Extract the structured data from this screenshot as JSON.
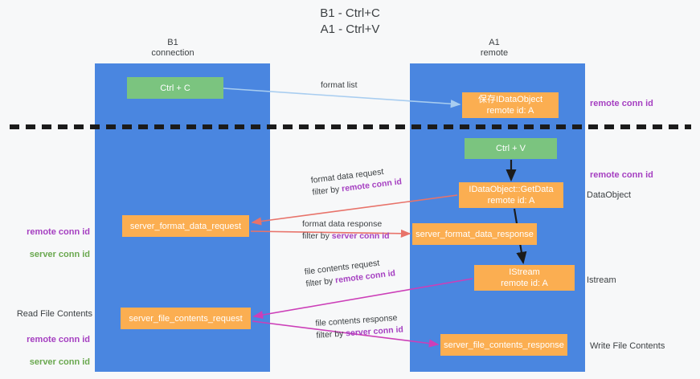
{
  "title": "B1 - Ctrl+C\nA1 - Ctrl+V",
  "columns": {
    "left": "B1\nconnection",
    "right": "A1\nremote"
  },
  "nodes": {
    "ctrl_c": "Ctrl + C",
    "idataobject": "保存IDataObject\nremote id: A",
    "ctrl_v": "Ctrl + V",
    "getdata": "IDataObject::GetData\nremote id: A",
    "server_format_data_request": "server_format_data_request",
    "server_format_data_response": "server_format_data_response",
    "istream": "IStream\nremote id: A",
    "server_file_contents_request": "server_file_contents_request",
    "server_file_contents_response": "server_file_contents_response"
  },
  "side_labels": {
    "remote_conn_id_top": "remote conn id",
    "remote_conn_id_mid": "remote conn id",
    "dataobject": "DataObject",
    "istream": "Istream",
    "write_file_contents": "Write File Contents",
    "read_file_contents": "Read File Contents",
    "left_remote_conn_id_1": "remote conn id",
    "left_server_conn_id_1": "server conn id",
    "left_remote_conn_id_2": "remote conn id",
    "left_server_conn_id_2": "server conn id"
  },
  "edges": {
    "format_list": "format list",
    "format_data_request_line1": "format data request",
    "format_data_request_line2_prefix": "filter by ",
    "format_data_request_line2_key": "remote conn id",
    "format_data_response_line1": "format data response",
    "format_data_response_line2_prefix": "filter by ",
    "format_data_response_line2_key": "server conn id",
    "file_contents_request_line1": "file contents request",
    "file_contents_request_line2_prefix": "filter by ",
    "file_contents_request_line2_key": "remote conn id",
    "file_contents_response_line1": "file contents response",
    "file_contents_response_line2_prefix": "filter by ",
    "file_contents_response_line2_key": "server conn id"
  },
  "colors": {
    "lane": "#4a86e0",
    "green_node": "#7bc47f",
    "orange_node": "#fbae51",
    "purple_text": "#a53fc1",
    "green_text": "#6aa84f",
    "arrow_light_blue": "#a8cdf0",
    "arrow_red": "#e8736a",
    "arrow_magenta": "#cc3fb8",
    "arrow_black": "#1b1b1b",
    "background": "#f7f8f9"
  }
}
